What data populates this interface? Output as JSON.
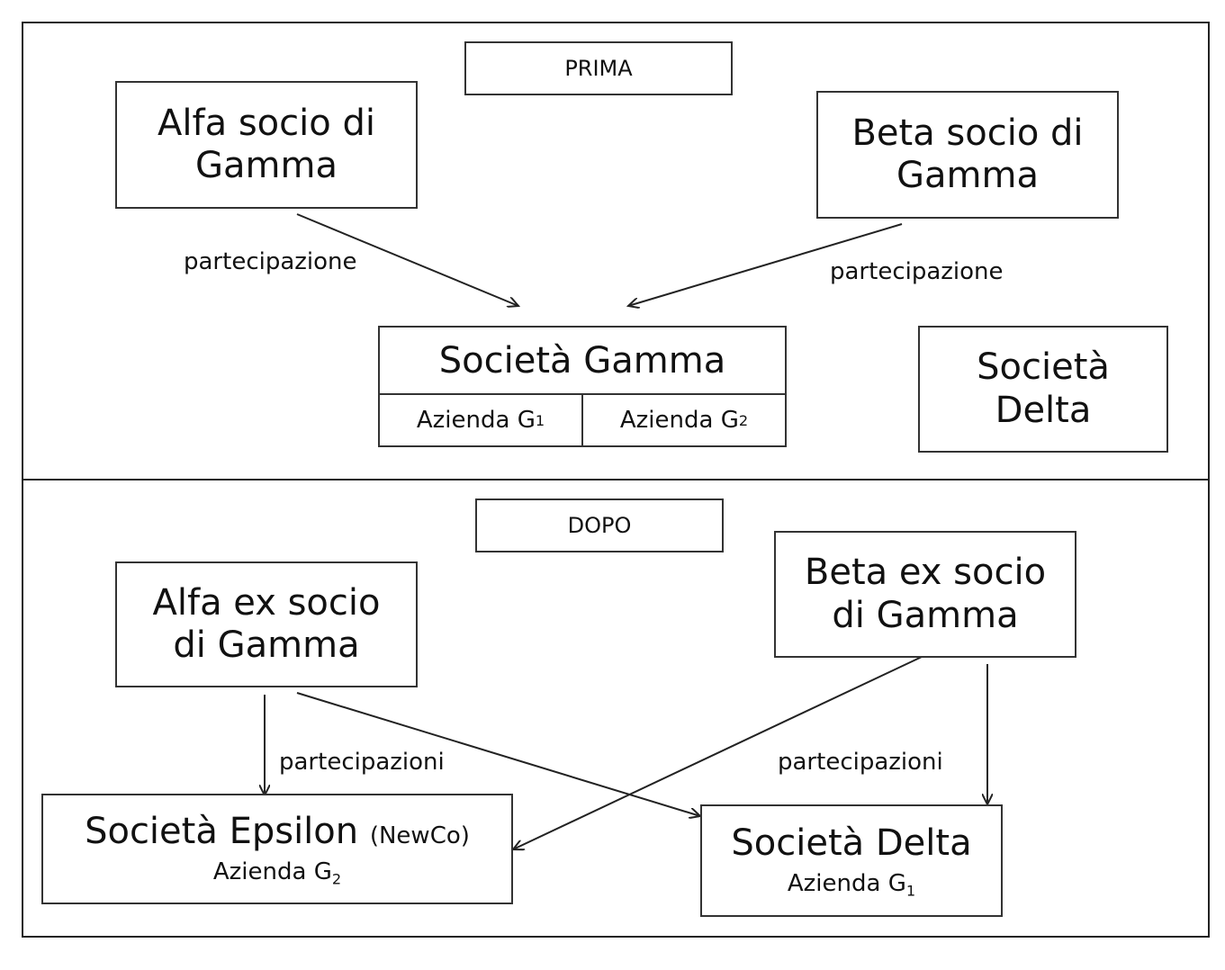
{
  "sections": {
    "before": {
      "title": "PRIMA",
      "alfa": [
        "Alfa socio di",
        "Gamma"
      ],
      "beta": [
        "Beta socio di",
        "Gamma"
      ],
      "edge_label_left": "partecipazione",
      "edge_label_right": "partecipazione",
      "gamma": {
        "name": "Società Gamma",
        "azienda_1": {
          "text": "Azienda G",
          "sub": "1"
        },
        "azienda_2": {
          "text": "Azienda G",
          "sub": "2"
        }
      },
      "delta": [
        "Società",
        "Delta"
      ]
    },
    "after": {
      "title": "DOPO",
      "alfa": [
        "Alfa ex socio",
        "di Gamma"
      ],
      "beta": [
        "Beta ex socio",
        "di Gamma"
      ],
      "edge_label_left": "partecipazioni",
      "edge_label_right": "partecipazioni",
      "epsilon": {
        "name": "Società Epsilon",
        "tag": "(NewCo)",
        "azienda": {
          "text": "Azienda G",
          "sub": "2"
        }
      },
      "delta": {
        "name": "Società Delta",
        "azienda": {
          "text": "Azienda G",
          "sub": "1"
        }
      }
    }
  }
}
